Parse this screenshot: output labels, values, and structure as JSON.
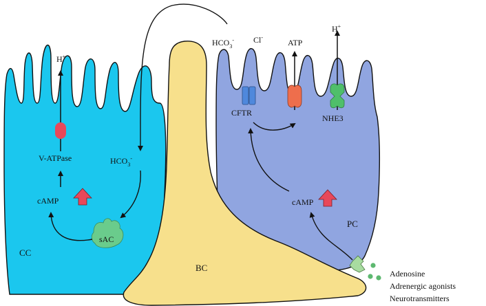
{
  "labels": {
    "h_plus_left": "H",
    "h_plus_left_sup": "+",
    "v_atpase": "V-ATPase",
    "camp_left": "cAMP",
    "hco3_left": "HCO",
    "hco3_left_sub": "3",
    "hco3_left_sup": "-",
    "sac": "sAC",
    "cc": "CC",
    "bc": "BC",
    "hco3_top": "HCO",
    "hco3_top_sub": "3",
    "hco3_top_sup": "-",
    "cl": "Cl",
    "cl_sup": "-",
    "atp": "ATP",
    "h_plus_right": "H",
    "h_plus_right_sup": "+",
    "cftr": "CFTR",
    "nhe3": "NHE3",
    "camp_right": "cAMP",
    "pc": "PC"
  },
  "ligands": [
    "Adenosine",
    "Adrenergic agonists",
    "Neurotransmitters"
  ],
  "colors": {
    "clear_cell": "#1BC7EE",
    "principal_cell": "#90A5E0",
    "basal_cell": "#F7E08C",
    "v_atpase": "#E8485A",
    "cftr": "#4F88DC",
    "atp_channel": "#EE6E4C",
    "nhe3": "#4FBF6A",
    "sac": "#6ACC8C",
    "up_arrow": "#E8485A",
    "receptor": "#A8DCA0",
    "ligand_dot": "#5DB870"
  }
}
